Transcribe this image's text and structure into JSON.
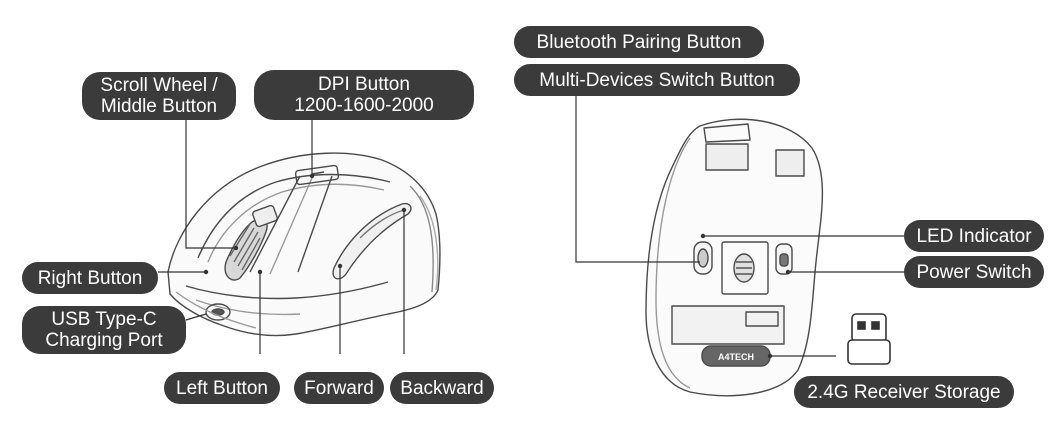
{
  "labels": {
    "scroll_wheel": [
      "Scroll Wheel /",
      "Middle Button"
    ],
    "dpi_button": [
      "DPI Button",
      "1200-1600-2000"
    ],
    "right_button": "Right Button",
    "usb_port": [
      "USB Type-C",
      "Charging Port"
    ],
    "left_button": "Left Button",
    "forward": "Forward",
    "backward": "Backward",
    "bluetooth_pairing": "Bluetooth Pairing Button",
    "multi_devices": "Multi-Devices Switch Button",
    "led_indicator": "LED Indicator",
    "power_switch": "Power Switch",
    "receiver_storage": "2.4G Receiver Storage"
  },
  "bottom_logo_text": "A4TECH",
  "colors": {
    "label_bg": "#3b3b3b",
    "label_text": "#ffffff",
    "line": "#333333"
  }
}
